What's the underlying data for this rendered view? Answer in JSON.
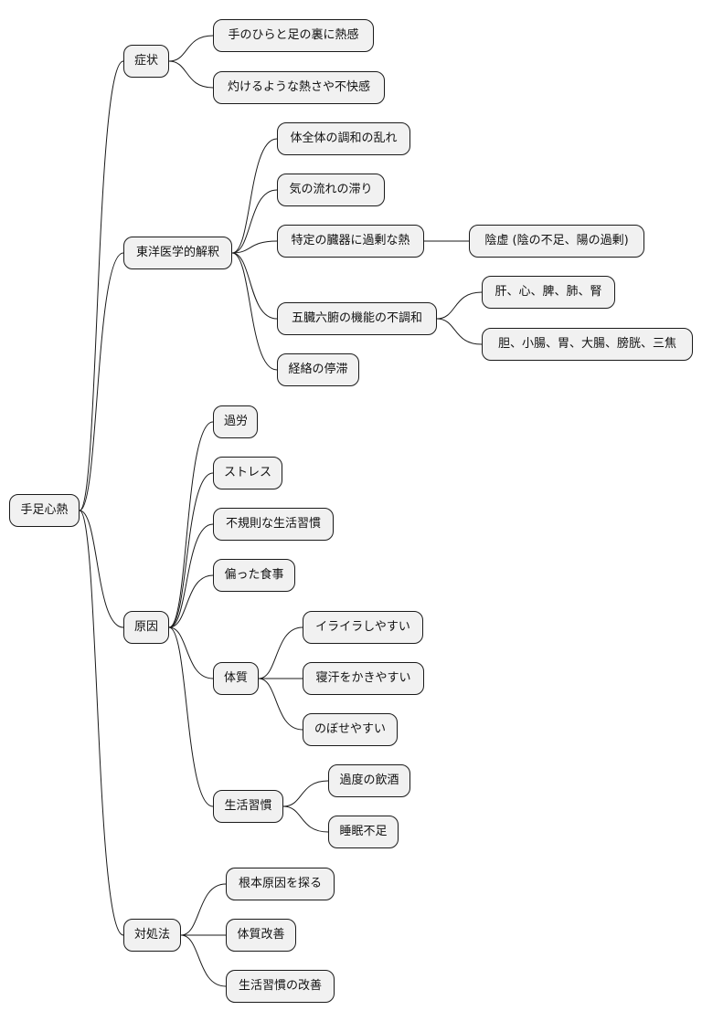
{
  "diagram": {
    "root": {
      "id": "root",
      "label": "手足心熱"
    },
    "nodes": [
      {
        "id": "symptoms",
        "label": "症状",
        "parent": "root"
      },
      {
        "id": "s1",
        "label": "手のひらと足の裏に熱感",
        "parent": "symptoms"
      },
      {
        "id": "s2",
        "label": "灼けるような熱さや不快感",
        "parent": "symptoms"
      },
      {
        "id": "eastern",
        "label": "東洋医学的解釈",
        "parent": "root"
      },
      {
        "id": "e1",
        "label": "体全体の調和の乱れ",
        "parent": "eastern"
      },
      {
        "id": "e2",
        "label": "気の流れの滞り",
        "parent": "eastern"
      },
      {
        "id": "e3",
        "label": "特定の臓器に過剰な熱",
        "parent": "eastern"
      },
      {
        "id": "e3a",
        "label": "陰虚 (陰の不足、陽の過剰)",
        "parent": "e3"
      },
      {
        "id": "e4",
        "label": "五臓六腑の機能の不調和",
        "parent": "eastern"
      },
      {
        "id": "e4a",
        "label": "肝、心、脾、肺、腎",
        "parent": "e4"
      },
      {
        "id": "e4b",
        "label": "胆、小腸、胃、大腸、膀胱、三焦",
        "parent": "e4"
      },
      {
        "id": "e5",
        "label": "経絡の停滞",
        "parent": "eastern"
      },
      {
        "id": "causes",
        "label": "原因",
        "parent": "root"
      },
      {
        "id": "c1",
        "label": "過労",
        "parent": "causes"
      },
      {
        "id": "c2",
        "label": "ストレス",
        "parent": "causes"
      },
      {
        "id": "c3",
        "label": "不規則な生活習慣",
        "parent": "causes"
      },
      {
        "id": "c4",
        "label": "偏った食事",
        "parent": "causes"
      },
      {
        "id": "c5",
        "label": "体質",
        "parent": "causes"
      },
      {
        "id": "c5a",
        "label": "イライラしやすい",
        "parent": "c5"
      },
      {
        "id": "c5b",
        "label": "寝汗をかきやすい",
        "parent": "c5"
      },
      {
        "id": "c5c",
        "label": "のぼせやすい",
        "parent": "c5"
      },
      {
        "id": "c6",
        "label": "生活習慣",
        "parent": "causes"
      },
      {
        "id": "c6a",
        "label": "過度の飲酒",
        "parent": "c6"
      },
      {
        "id": "c6b",
        "label": "睡眠不足",
        "parent": "c6"
      },
      {
        "id": "remedies",
        "label": "対処法",
        "parent": "root"
      },
      {
        "id": "r1",
        "label": "根本原因を探る",
        "parent": "remedies"
      },
      {
        "id": "r2",
        "label": "体質改善",
        "parent": "remedies"
      },
      {
        "id": "r3",
        "label": "生活習慣の改善",
        "parent": "remedies"
      }
    ]
  }
}
